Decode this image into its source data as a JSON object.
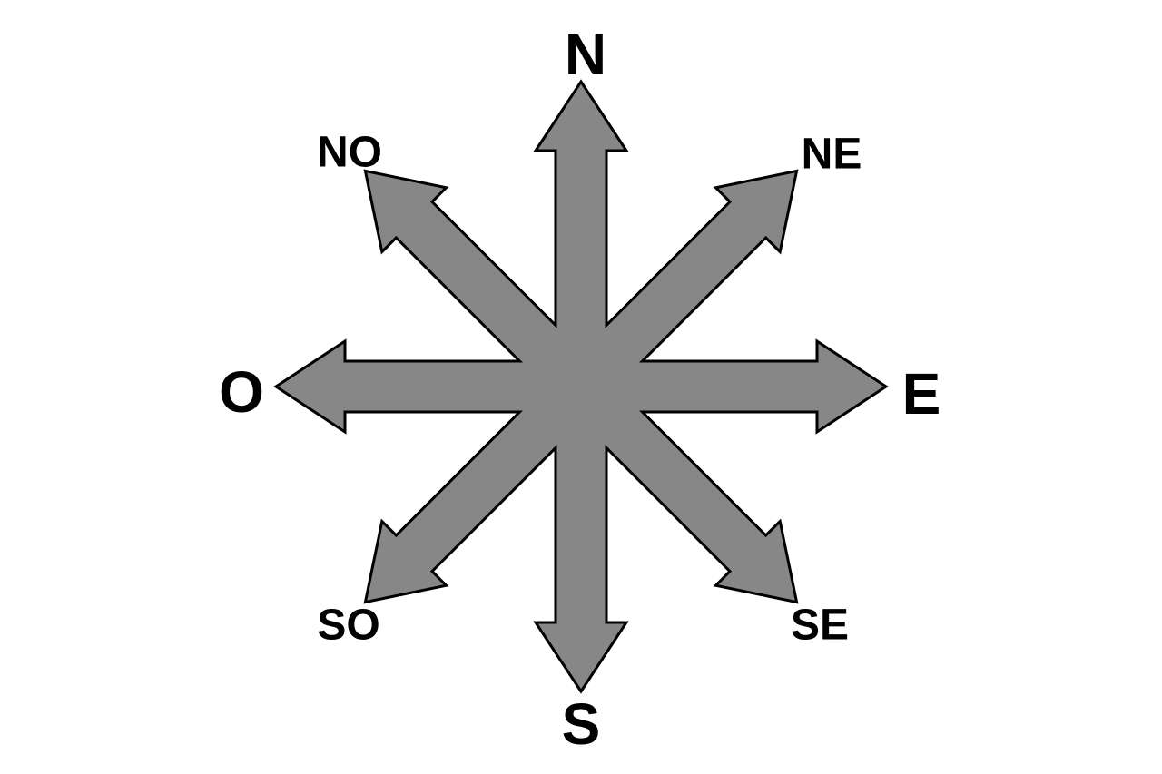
{
  "labels": {
    "north": "N",
    "northeast": "NE",
    "east": "E",
    "southeast": "SE",
    "south": "S",
    "southwest": "SO",
    "west": "O",
    "northwest": "NO"
  },
  "colors": {
    "arrow_fill": "#878787",
    "arrow_stroke": "#000000",
    "background": "#ffffff",
    "text": "#000000"
  }
}
